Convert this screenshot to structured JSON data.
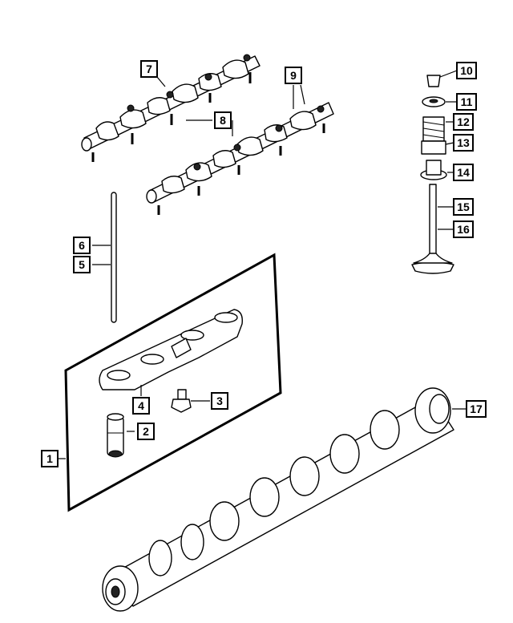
{
  "diagram": {
    "callouts": [
      "1",
      "2",
      "3",
      "4",
      "5",
      "6",
      "7",
      "8",
      "9",
      "10",
      "11",
      "12",
      "13",
      "14",
      "15",
      "16",
      "17"
    ]
  }
}
